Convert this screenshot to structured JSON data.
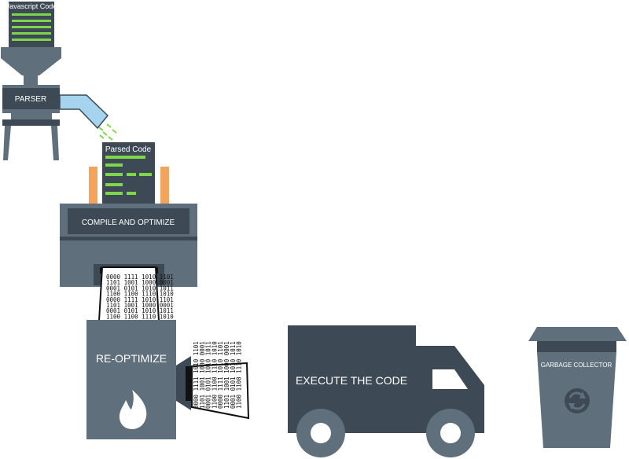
{
  "hopper": {
    "label": "Javascript Code"
  },
  "parser": {
    "label": "PARSER"
  },
  "parsed": {
    "label": "Parsed Code"
  },
  "compiler": {
    "label": "COMPILE AND OPTIMIZE"
  },
  "reoptimize": {
    "label": "RE-OPTIMIZE"
  },
  "truck": {
    "label": "EXECUTE THE CODE"
  },
  "bin": {
    "label": "GARBAGE COLLECTOR"
  },
  "binary_output": {
    "lines": [
      "0000 1111 1010 1101",
      "1101 1001 1000 0001",
      "0001 0101 1010 1011",
      "1100 1100 1110 1010",
      "0000 1111 1010 1101",
      "1101 1001 1000 0001",
      "0001 0101 1010 1011",
      "1100 1100 1110 1010"
    ]
  },
  "colors": {
    "dark": "#3d4a55",
    "mid": "#5f6f7b",
    "light": "#7b8a95",
    "code": "#7ed64a",
    "orange": "#f2a35c",
    "chute": "#a6d4ee"
  }
}
